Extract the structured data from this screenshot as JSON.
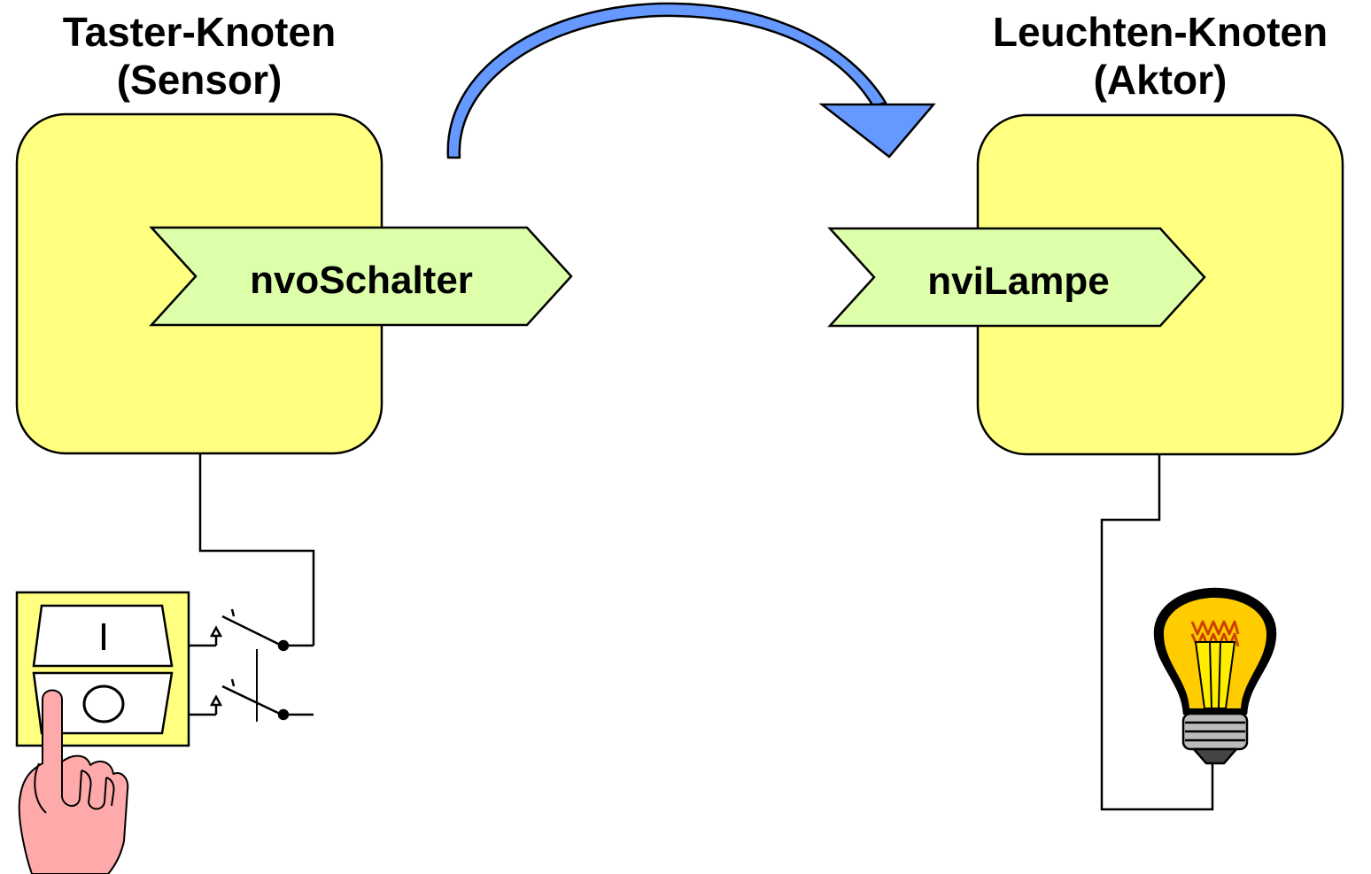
{
  "sensor_node": {
    "title_line1": "Taster-Knoten",
    "title_line2": "(Sensor)",
    "variable": "nvoSchalter"
  },
  "actor_node": {
    "title_line1": "Leuchten-Knoten",
    "title_line2": "(Aktor)",
    "variable": "nviLampe"
  },
  "switch": {
    "on_label": "I",
    "off_symbol": "circle"
  },
  "icons": {
    "hand": "pointing-hand-icon",
    "bulb": "light-bulb-icon",
    "arrow": "curved-arrow-icon"
  },
  "colors": {
    "node_fill": "#ffff80",
    "variable_fill": "#ddffaa",
    "arrow_fill": "#6699ff",
    "hand_fill": "#ffaaaa",
    "bulb_fill": "#ffcc00"
  }
}
